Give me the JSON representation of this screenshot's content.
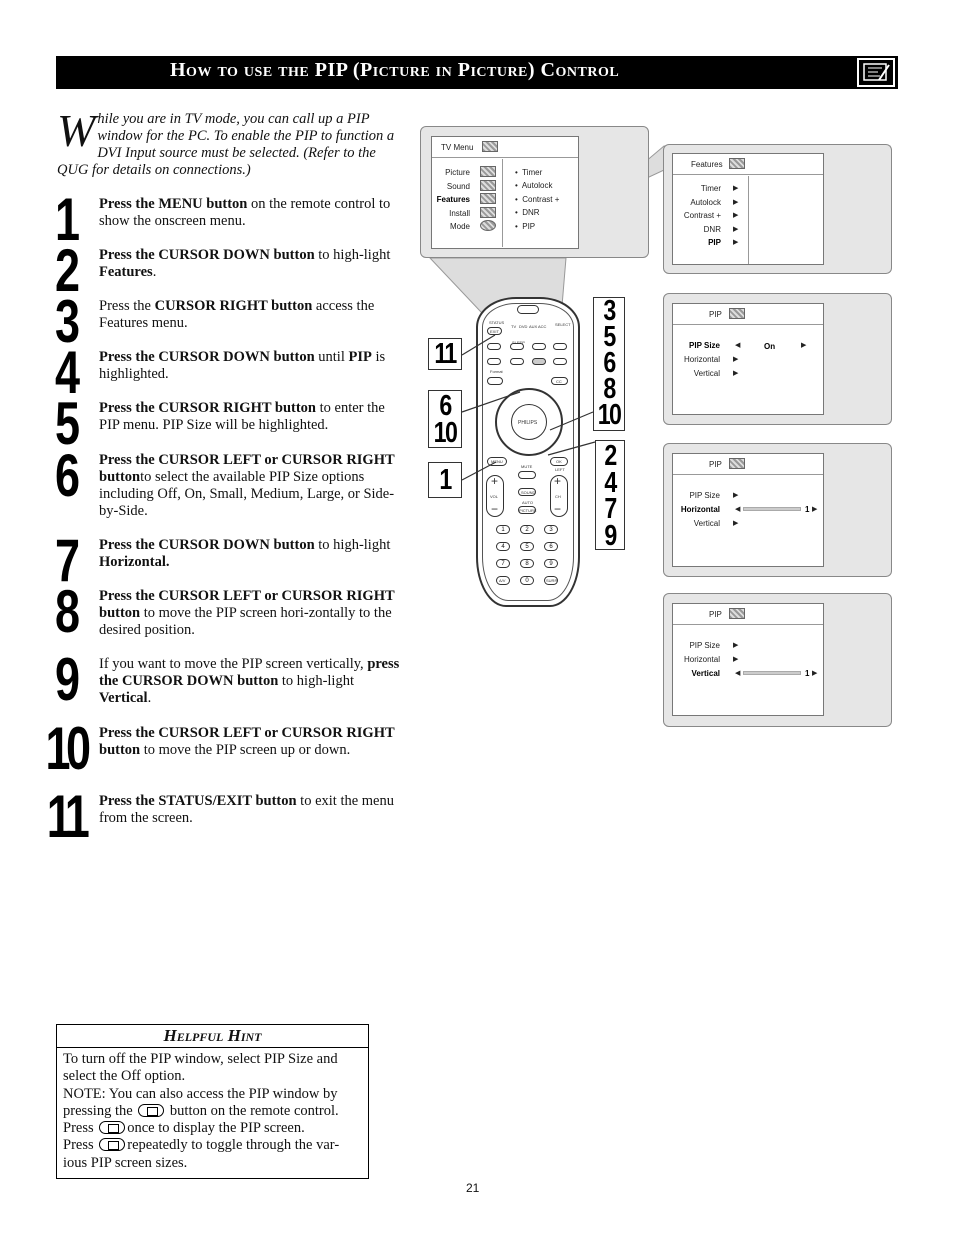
{
  "header": {
    "title": "How to use the PIP (Picture in Picture) Control"
  },
  "intro": {
    "dropcap": "W",
    "text": "hile you are in TV mode, you can call up a PIP window for the PC. To enable the PIP to function a DVI Input source must be selected. (Refer to the QUG for details on connections.)"
  },
  "steps": [
    {
      "num": "1",
      "parts": [
        {
          "b": true,
          "t": "Press the MENU button"
        },
        {
          "b": false,
          "t": " on the remote control to show the onscreen menu."
        }
      ]
    },
    {
      "num": "2",
      "parts": [
        {
          "b": true,
          "t": "Press the CURSOR DOWN button"
        },
        {
          "b": false,
          "t": " to high-light "
        },
        {
          "b": true,
          "t": "Features"
        },
        {
          "b": false,
          "t": "."
        }
      ]
    },
    {
      "num": "3",
      "parts": [
        {
          "b": false,
          "t": "Press the "
        },
        {
          "b": true,
          "t": "CURSOR RIGHT button"
        },
        {
          "b": false,
          "t": " access the Features menu."
        }
      ]
    },
    {
      "num": "4",
      "parts": [
        {
          "b": true,
          "t": "Press the CURSOR DOWN button"
        },
        {
          "b": false,
          "t": " until "
        },
        {
          "b": true,
          "t": "PIP"
        },
        {
          "b": false,
          "t": " is highlighted."
        }
      ]
    },
    {
      "num": "5",
      "parts": [
        {
          "b": true,
          "t": "Press the CURSOR RIGHT button"
        },
        {
          "b": false,
          "t": " to enter the PIP menu. PIP Size will be highlighted."
        }
      ]
    },
    {
      "num": "6",
      "parts": [
        {
          "b": true,
          "t": "Press the CURSOR LEFT or CURSOR RIGHT button"
        },
        {
          "b": false,
          "t": "to select the available PIP Size options including Off, On, Small, Medium, Large, or Side-by-Side."
        }
      ]
    },
    {
      "num": "7",
      "parts": [
        {
          "b": true,
          "t": "Press the CURSOR DOWN button"
        },
        {
          "b": false,
          "t": " to high-light "
        },
        {
          "b": true,
          "t": "Horizontal."
        }
      ]
    },
    {
      "num": "8",
      "parts": [
        {
          "b": true,
          "t": "Press the CURSOR LEFT or CURSOR RIGHT button"
        },
        {
          "b": false,
          "t": " to move the PIP screen hori-zontally to the desired position."
        }
      ]
    },
    {
      "num": "9",
      "parts": [
        {
          "b": false,
          "t": "If you want to move the PIP screen vertically, "
        },
        {
          "b": true,
          "t": "press the CURSOR DOWN button"
        },
        {
          "b": false,
          "t": " to high-light "
        },
        {
          "b": true,
          "t": "Vertical"
        },
        {
          "b": false,
          "t": "."
        }
      ]
    },
    {
      "num": "10",
      "parts": [
        {
          "b": true,
          "t": "Press the CURSOR LEFT or CURSOR RIGHT button"
        },
        {
          "b": false,
          "t": " to move the PIP screen up or down."
        }
      ]
    },
    {
      "num": "11",
      "parts": [
        {
          "b": true,
          "t": "Press the STATUS/EXIT button"
        },
        {
          "b": false,
          "t": " to exit the menu from the screen."
        }
      ]
    }
  ],
  "hint": {
    "title": "Helpful Hint",
    "line1": "To turn off the PIP window, select PIP Size and select the Off option.",
    "line2": "NOTE: You can also access the PIP window by pressing the",
    "line2b": "button on the remote control.",
    "line3a": "Press",
    "line3b": "once to display the PIP screen.",
    "line4a": "Press",
    "line4b": "repeatedly to toggle through the var-ious PIP screen sizes."
  },
  "page_number": "21",
  "screens": {
    "tv_menu": {
      "title": "TV Menu",
      "left_items": [
        "Picture",
        "Sound",
        "Features",
        "Install",
        "Mode"
      ],
      "highlighted": "Features",
      "right_items": [
        "Timer",
        "Autolock",
        "Contrast +",
        "DNR",
        "PIP"
      ]
    },
    "features": {
      "title": "Features",
      "items": [
        "Timer",
        "Autolock",
        "Contrast +",
        "DNR",
        "PIP"
      ],
      "highlighted": "PIP"
    },
    "pip_size": {
      "title": "PIP",
      "items": [
        "PIP Size",
        "Horizontal",
        "Vertical"
      ],
      "highlighted": "PIP Size",
      "value": "On"
    },
    "pip_horizontal": {
      "title": "PIP",
      "items": [
        "PIP Size",
        "Horizontal",
        "Vertical"
      ],
      "highlighted": "Horizontal",
      "value": "1"
    },
    "pip_vertical": {
      "title": "PIP",
      "items": [
        "PIP Size",
        "Horizontal",
        "Vertical"
      ],
      "highlighted": "Vertical",
      "value": "1"
    }
  },
  "remote": {
    "brand": "PHILIPS",
    "labels": {
      "status": "STATUS",
      "exit": "EXIT",
      "tv": "TV",
      "dvd": "DVD",
      "aux": "AUX",
      "acc": "ACC",
      "select": "SELECT",
      "sleep": "SLEEP",
      "format": "Format",
      "menu": "MENU",
      "ok": "OK",
      "mute": "MUTE",
      "left": "LEFT",
      "sound": "SOUND",
      "picture": "PICTURE",
      "auto": "AUTO",
      "av": "A/V",
      "surr": "SURR",
      "cc": "CC",
      "vol": "VOL",
      "ch": "CH"
    },
    "keypad": [
      "1",
      "2",
      "3",
      "4",
      "5",
      "6",
      "7",
      "8",
      "9",
      "0"
    ],
    "callouts_right_top": [
      "3",
      "5",
      "6",
      "8",
      "10"
    ],
    "callouts_right_bottom": [
      "2",
      "4",
      "7",
      "9"
    ],
    "callout_left_top": "11",
    "callout_left_mid_a": "6",
    "callout_left_mid_b": "10",
    "callout_left_bottom": "1"
  }
}
